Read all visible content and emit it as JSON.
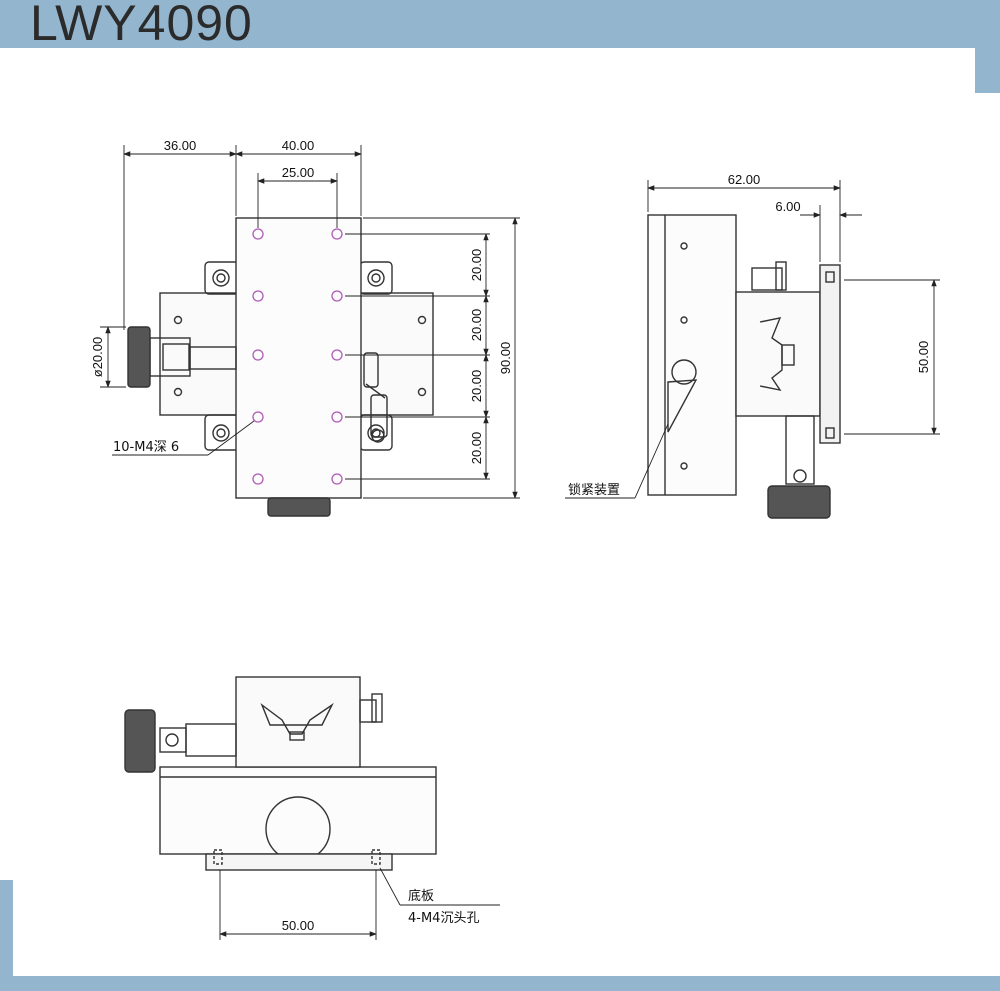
{
  "header": {
    "title": "LWY4090"
  },
  "top_view": {
    "dim_left": "36.00",
    "dim_top_outer": "40.00",
    "dim_top_inner": "25.00",
    "dim_knob_dia": "ø20.00",
    "dim_pitch": [
      "20.00",
      "20.00",
      "20.00",
      "20.00"
    ],
    "dim_overall": "90.00",
    "note_holes": "10-M4深 6"
  },
  "side_view": {
    "dim_width": "62.00",
    "dim_offset": "6.00",
    "dim_height": "50.00",
    "note_lock": "锁紧装置"
  },
  "front_view": {
    "dim_base": "50.00",
    "note_plate": "底板",
    "note_holes": "4-M4沉头孔"
  },
  "colors": {
    "band": "#93b6ce",
    "line": "#333333",
    "hole": "#b05ab8"
  }
}
